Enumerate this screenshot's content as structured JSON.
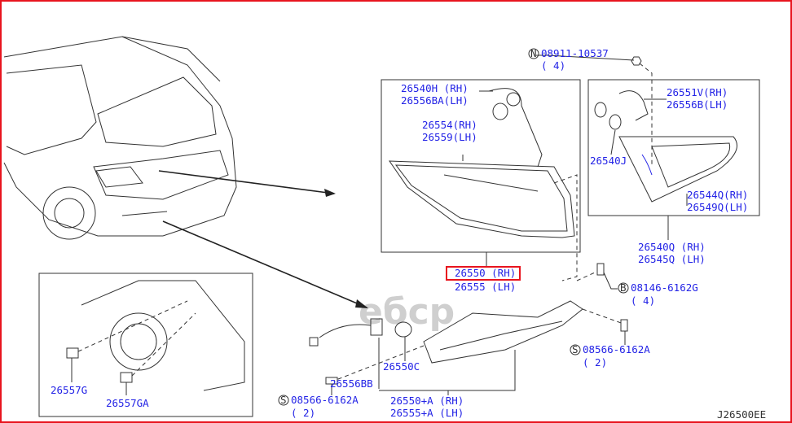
{
  "diagram_code": "J26500EE",
  "watermark": "ебср",
  "highlight_color": "#e8141e",
  "label_color": "#2323e6",
  "callouts": {
    "nut": {
      "symbol": "N",
      "part": "08911-10537",
      "qty": "( 4)"
    },
    "socket_rh": "26540H  (RH)",
    "socket_lh": "26556BA(LH)",
    "lens_rh": "26554(RH)",
    "lens_lh": "26559(LH)",
    "harness_rh": "26551V(RH)",
    "harness_lh": "26556B(LH)",
    "bulb_j": "26540J",
    "inner_lens_rh": "26544Q(RH)",
    "inner_lens_lh": "26549Q(LH)",
    "inner_lamp_rh": "26540Q (RH)",
    "inner_lamp_lh": "26545Q (LH)",
    "lamp_rh": "26550 (RH)",
    "lamp_lh": "26555 (LH)",
    "bolt": {
      "symbol": "B",
      "part": "08146-6162G",
      "qty": "( 4)"
    },
    "screw_right": {
      "symbol": "S",
      "part": "08566-6162A",
      "qty": "( 2)"
    },
    "screw_left": {
      "symbol": "S",
      "part": "08566-6162A",
      "qty": "( 2)"
    },
    "bulb_c": "26550C",
    "socket_bb": "26556BB",
    "fog_rh": "26550+A (RH)",
    "fog_lh": "26555+A (LH)",
    "clip_g": "26557G",
    "clip_ga": "26557GA"
  }
}
